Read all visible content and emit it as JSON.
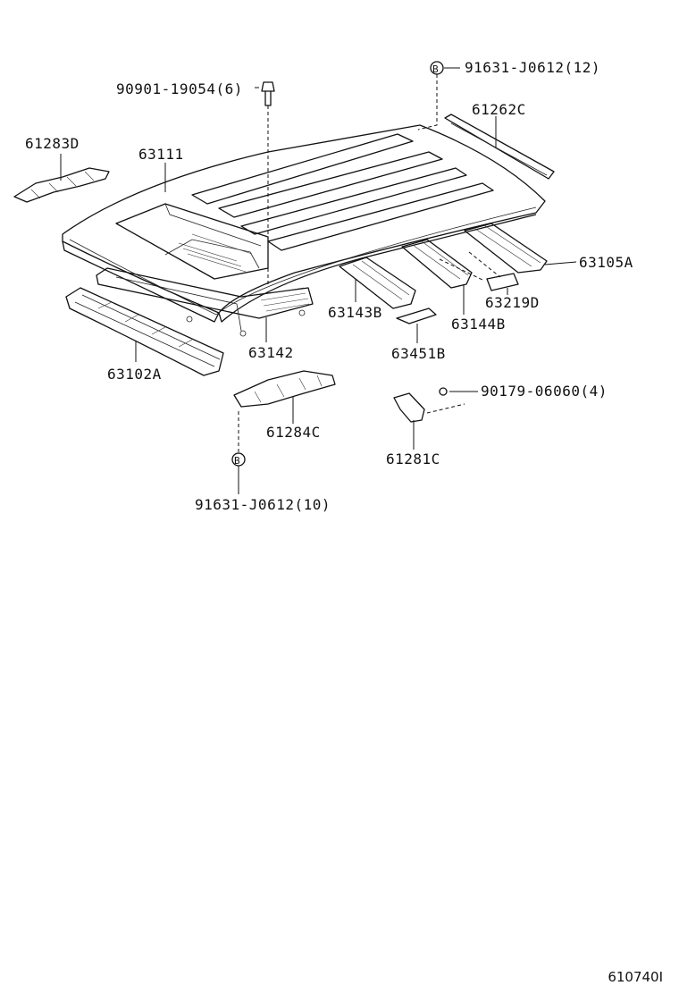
{
  "parts": [
    {
      "id": "bolt",
      "label": "90901-19054(6)"
    },
    {
      "id": "clip-top",
      "label": "91631-J0612(12)",
      "marker": "B"
    },
    {
      "id": "rail-right",
      "label": "61262C"
    },
    {
      "id": "bracket-left",
      "label": "61283D"
    },
    {
      "id": "roof-panel",
      "label": "63111"
    },
    {
      "id": "rear-bow",
      "label": "63105A"
    },
    {
      "id": "pad",
      "label": "63219D"
    },
    {
      "id": "bow-mid",
      "label": "63143B"
    },
    {
      "id": "bow-rear",
      "label": "63144B"
    },
    {
      "id": "front-bow",
      "label": "63142"
    },
    {
      "id": "header",
      "label": "63102A"
    },
    {
      "id": "plate",
      "label": "63451B"
    },
    {
      "id": "nut",
      "label": "90179-06060(4)"
    },
    {
      "id": "bracket-center",
      "label": "61284C"
    },
    {
      "id": "bracket-small",
      "label": "61281C"
    },
    {
      "id": "clip-bottom",
      "label": "91631-J0612(10)",
      "marker": "B"
    }
  ],
  "figure_id": "610740I"
}
